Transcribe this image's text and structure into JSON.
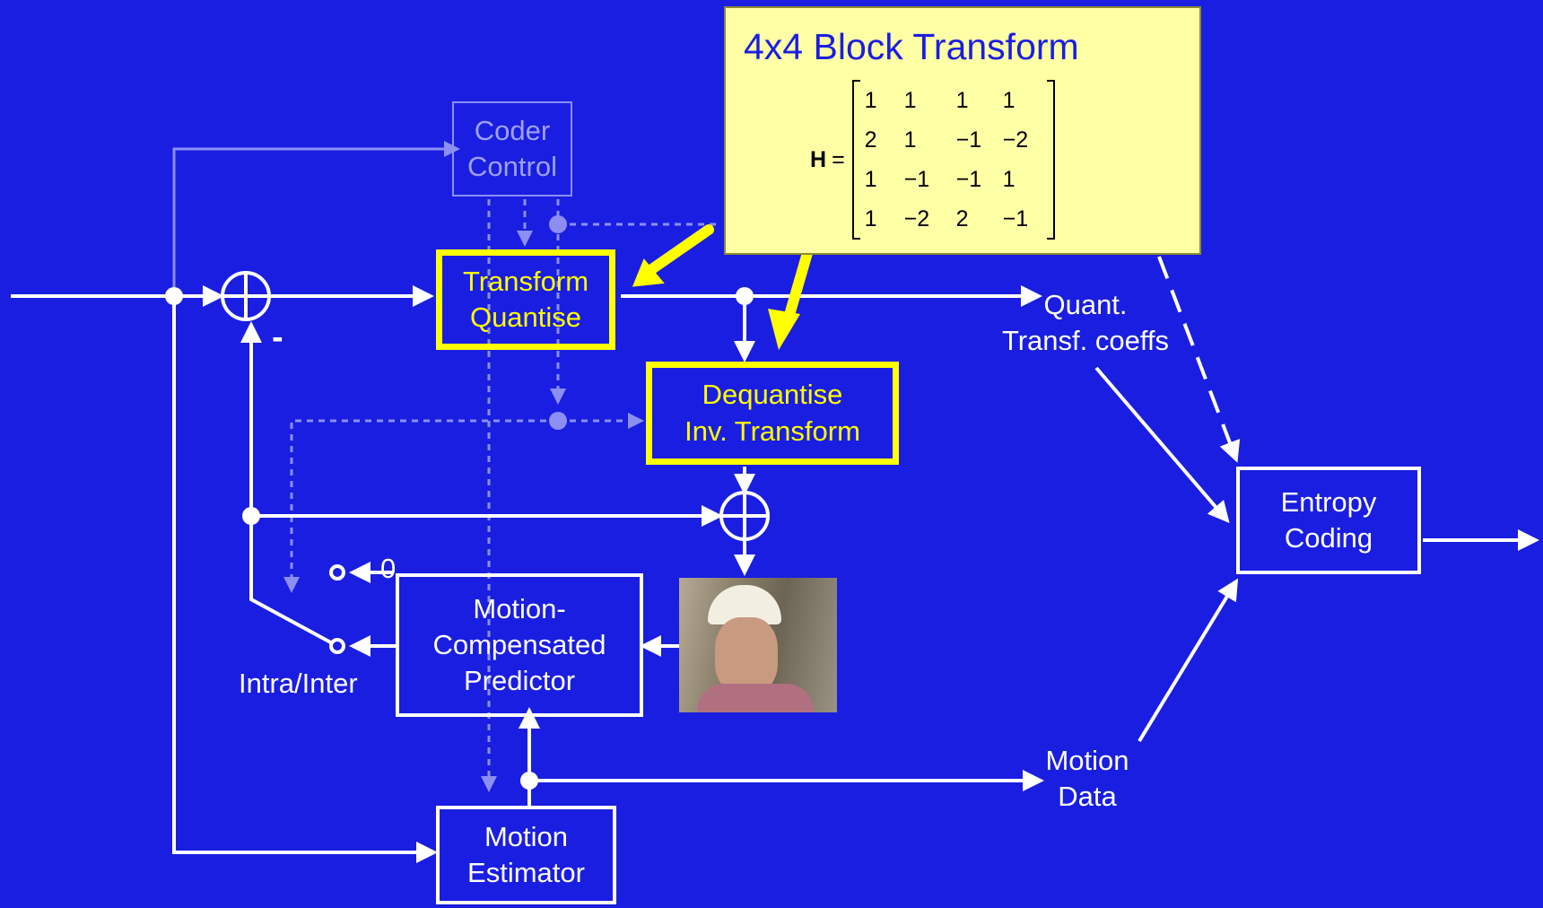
{
  "callout": {
    "title": "4x4 Block Transform",
    "matrix_symbol": "H",
    "equals": "=",
    "rows": [
      [
        "1",
        "1",
        "1",
        "1"
      ],
      [
        "2",
        "1",
        "−1",
        "−2"
      ],
      [
        "1",
        "−1",
        "−1",
        "1"
      ],
      [
        "1",
        "−2",
        "2",
        "−1"
      ]
    ]
  },
  "blocks": {
    "coder_control": [
      "Coder",
      "Control"
    ],
    "transform": [
      "Transform",
      "Quantise"
    ],
    "dequant": [
      "Dequantise",
      "Inv. Transform"
    ],
    "mcp": [
      "Motion-",
      "Compensated",
      "Predictor"
    ],
    "motion_estimator": [
      "Motion",
      "Estimator"
    ],
    "entropy": [
      "Entropy",
      "Coding"
    ]
  },
  "labels": {
    "quant_coeffs": [
      "Quant.",
      "Transf. coeffs"
    ],
    "motion_data": [
      "Motion",
      "Data"
    ],
    "intra_inter": "Intra/Inter",
    "zero": "0",
    "minus": "-"
  },
  "colors": {
    "background": "#1a1ee0",
    "highlight": "#ffff00",
    "callout_fill": "#ffffa6",
    "line": "#ffffff",
    "control_line": "#8c8ef4"
  },
  "icons": {
    "adder": "circle-plus",
    "decoded_frame": "video-frame-thumbnail"
  }
}
